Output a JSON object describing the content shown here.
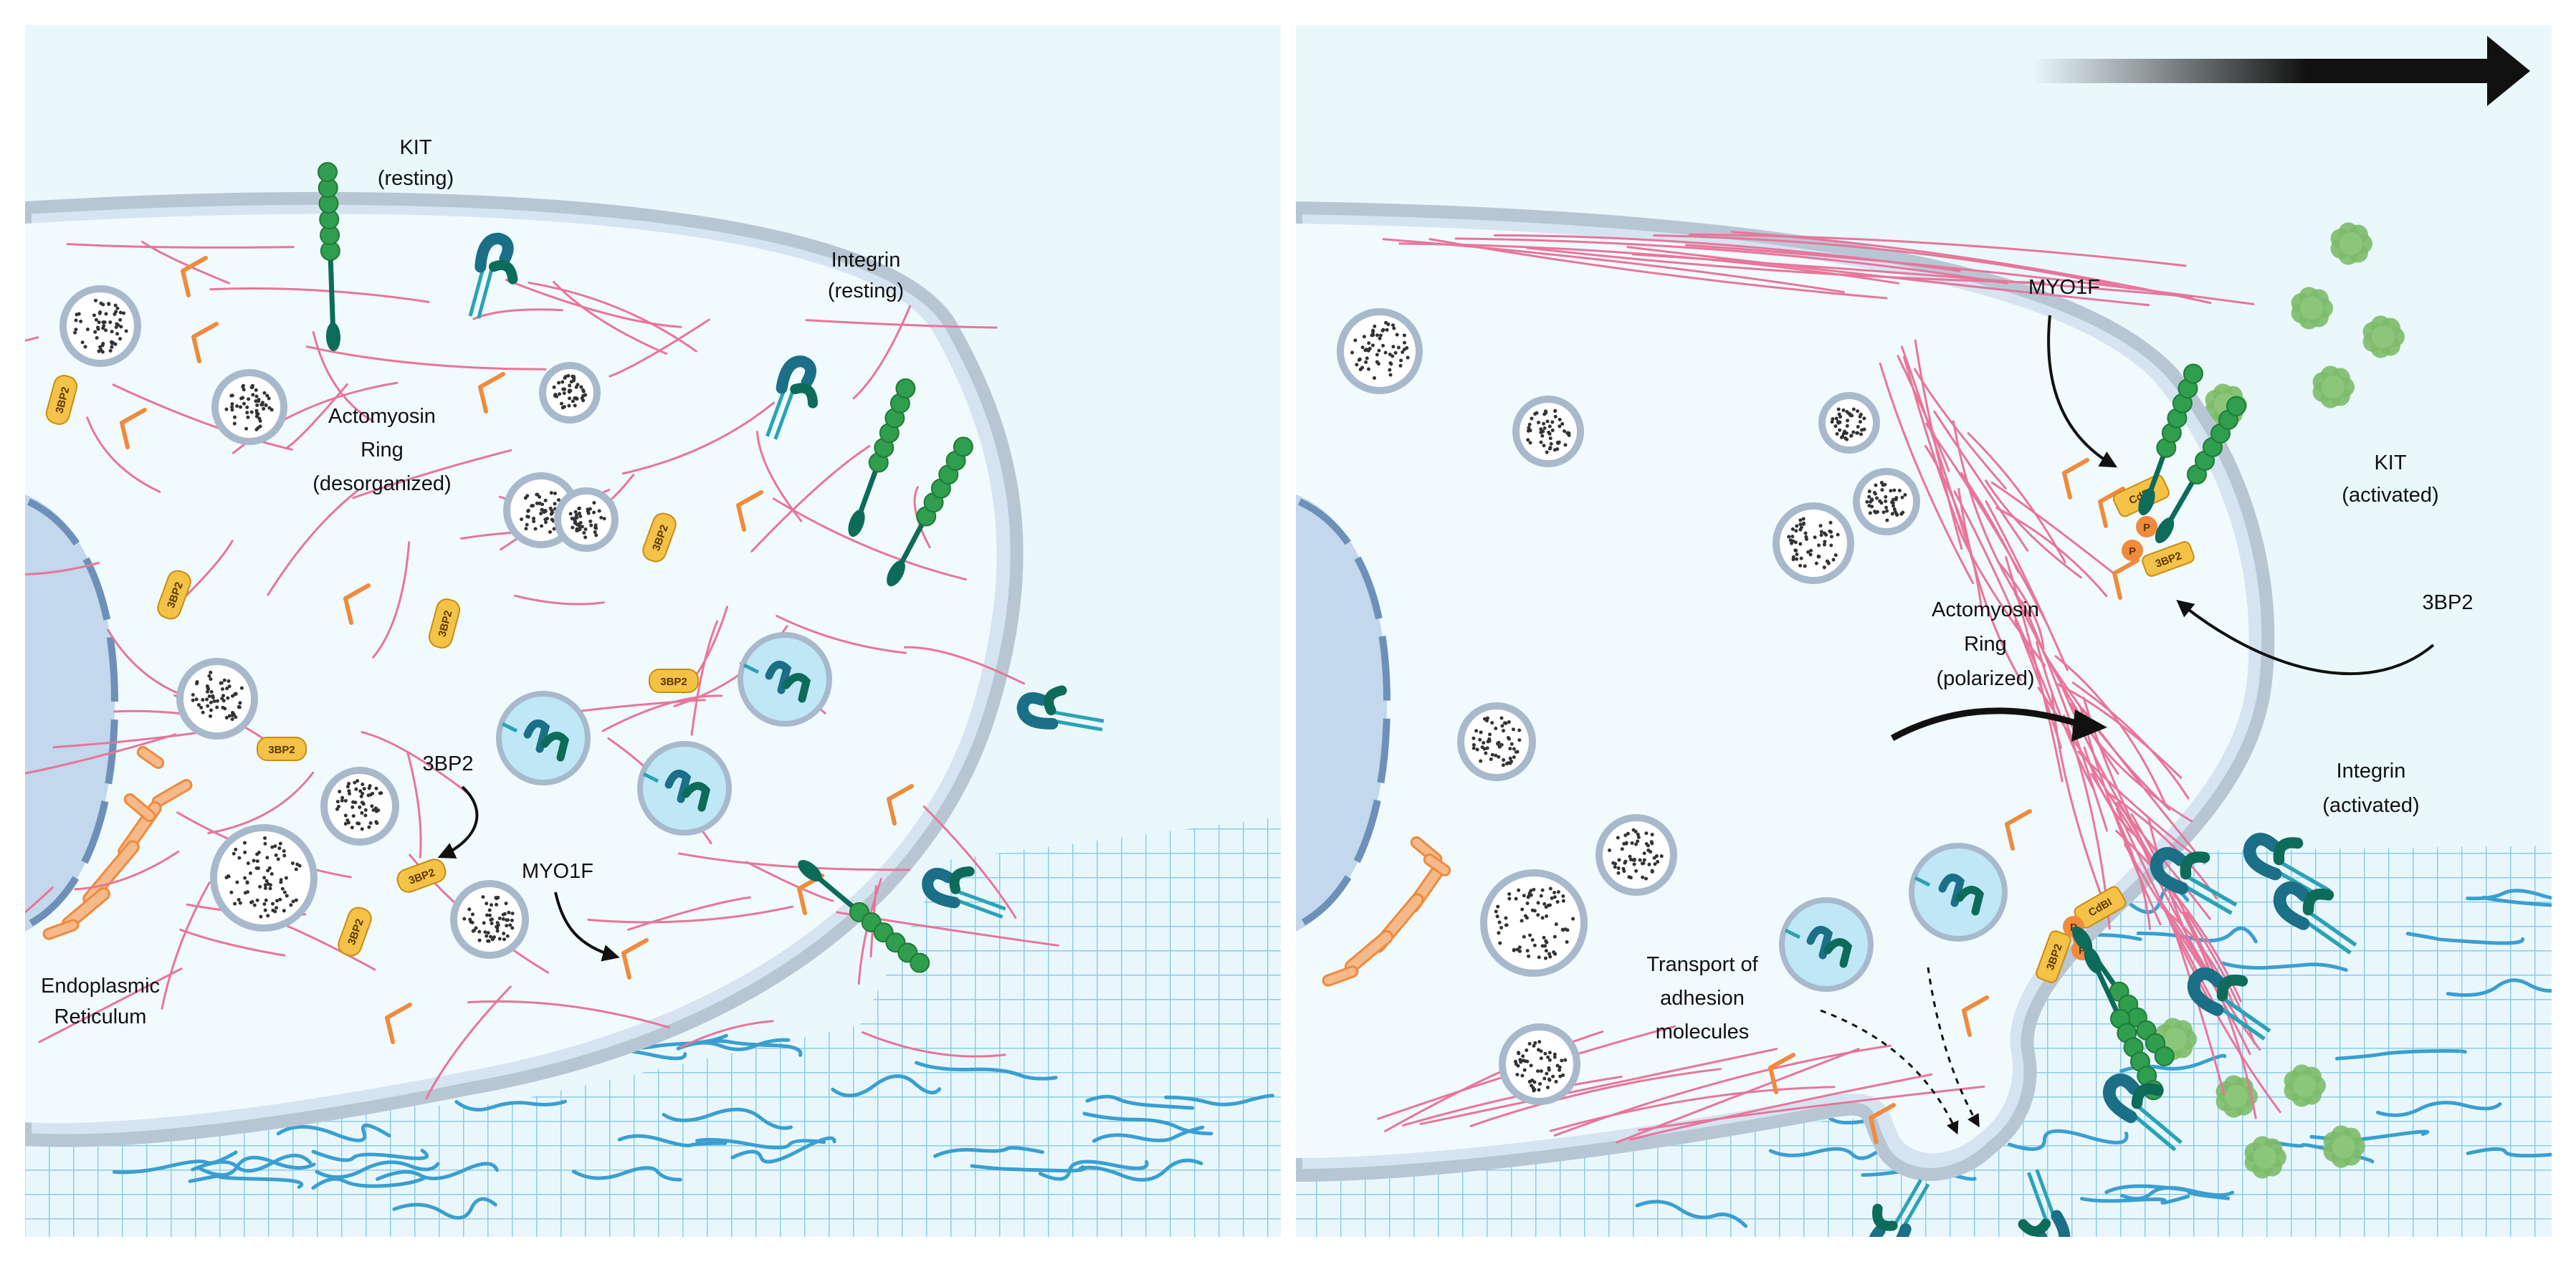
{
  "panels": [
    {
      "id": "resting",
      "labels": {
        "kit": [
          "KIT",
          "(resting)"
        ],
        "integrin": [
          "Integrin",
          "(resting)"
        ],
        "actomyosin": [
          "Actomyosin",
          "Ring",
          "(desorganized)"
        ],
        "bp2": "3BP2",
        "myo1f": "MYO1F",
        "er": [
          "Endoplasmic",
          "Reticulum"
        ]
      }
    },
    {
      "id": "activated",
      "labels": {
        "myo1f": "MYO1F",
        "kit": [
          "KIT",
          "(activated)"
        ],
        "bp2": "3BP2",
        "actomyosin": [
          "Actomyosin",
          "Ring",
          "(polarized)"
        ],
        "integrin": [
          "Integrin",
          "(activated)"
        ],
        "transport": [
          "Transport of",
          "adhesion",
          "molecules"
        ]
      }
    }
  ],
  "small_text": {
    "bp2_tag": "3BP2",
    "phospho": "P",
    "cdbi": "CdBI"
  },
  "colors": {
    "background": "#eaf8fb",
    "cytoplasm": "#f1fafd",
    "membrane_outer": "#b8c6d4",
    "membrane_inner": "#d6e4f2",
    "actin": "#e8759a",
    "myosin": "#f08a3c",
    "bp2_fill": "#f4c247",
    "kit_green": "#2f9e4e",
    "kit_dark": "#0d6b5a",
    "integrin_teal": "#1b6f86",
    "ecm_grid": "#8ccde6",
    "ecm_fiber": "#3a9fd0",
    "vesicle_ring": "#a9b9cc",
    "nucleus": "#c3d7ed",
    "ligand_green": "#7dbb6a",
    "arrow": "#111111"
  }
}
